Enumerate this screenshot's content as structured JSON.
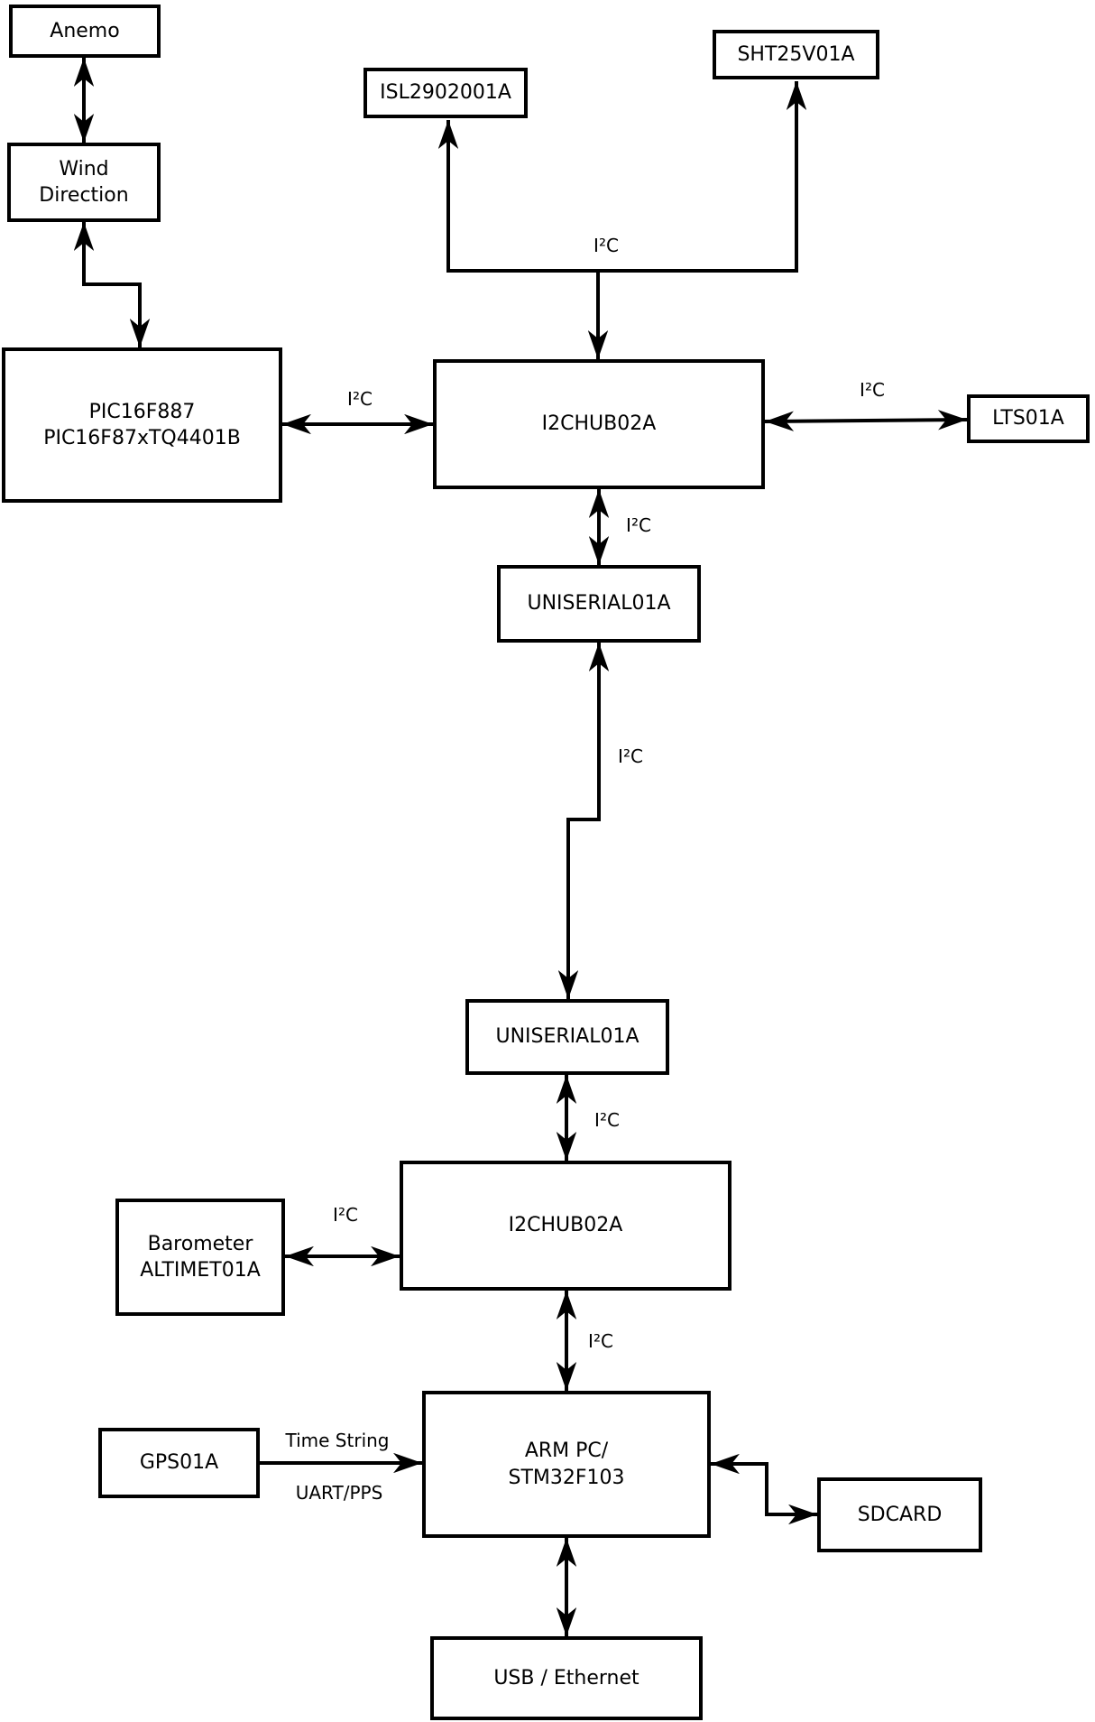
{
  "diagram": {
    "background": "#ffffff",
    "line_color": "#000000",
    "nodes": {
      "anemo": {
        "label": "Anemo"
      },
      "wind_direction": {
        "line1": "Wind",
        "line2": "Direction"
      },
      "pic": {
        "line1": "PIC16F887",
        "line2": "PIC16F87xTQ4401B"
      },
      "isl": {
        "label": "ISL2902001A"
      },
      "sht": {
        "label": "SHT25V01A"
      },
      "i2chub_top": {
        "label": "I2CHUB02A"
      },
      "lts": {
        "label": "LTS01A"
      },
      "uniserial_upper": {
        "label": "UNISERIAL01A"
      },
      "uniserial_lower": {
        "label": "UNISERIAL01A"
      },
      "i2chub_bottom": {
        "label": "I2CHUB02A"
      },
      "barometer": {
        "line1": "Barometer",
        "line2": "ALTIMET01A"
      },
      "gps": {
        "label": "GPS01A"
      },
      "arm": {
        "line1": "ARM PC/",
        "line2": "STM32F103"
      },
      "sdcard": {
        "label": "SDCARD"
      },
      "usb_ethernet": {
        "label": "USB / Ethernet"
      }
    },
    "edge_labels": {
      "bus_top": "I²C",
      "pic_hub": "I²C",
      "hub_lts": "I²C",
      "hub_uniserial": "I²C",
      "uniserial_link": "I²C",
      "uniserial_hub2": "I²C",
      "barometer_hub2": "I²C",
      "hub2_arm": "I²C",
      "gps_time": "Time String",
      "gps_uart": "UART/PPS"
    }
  }
}
